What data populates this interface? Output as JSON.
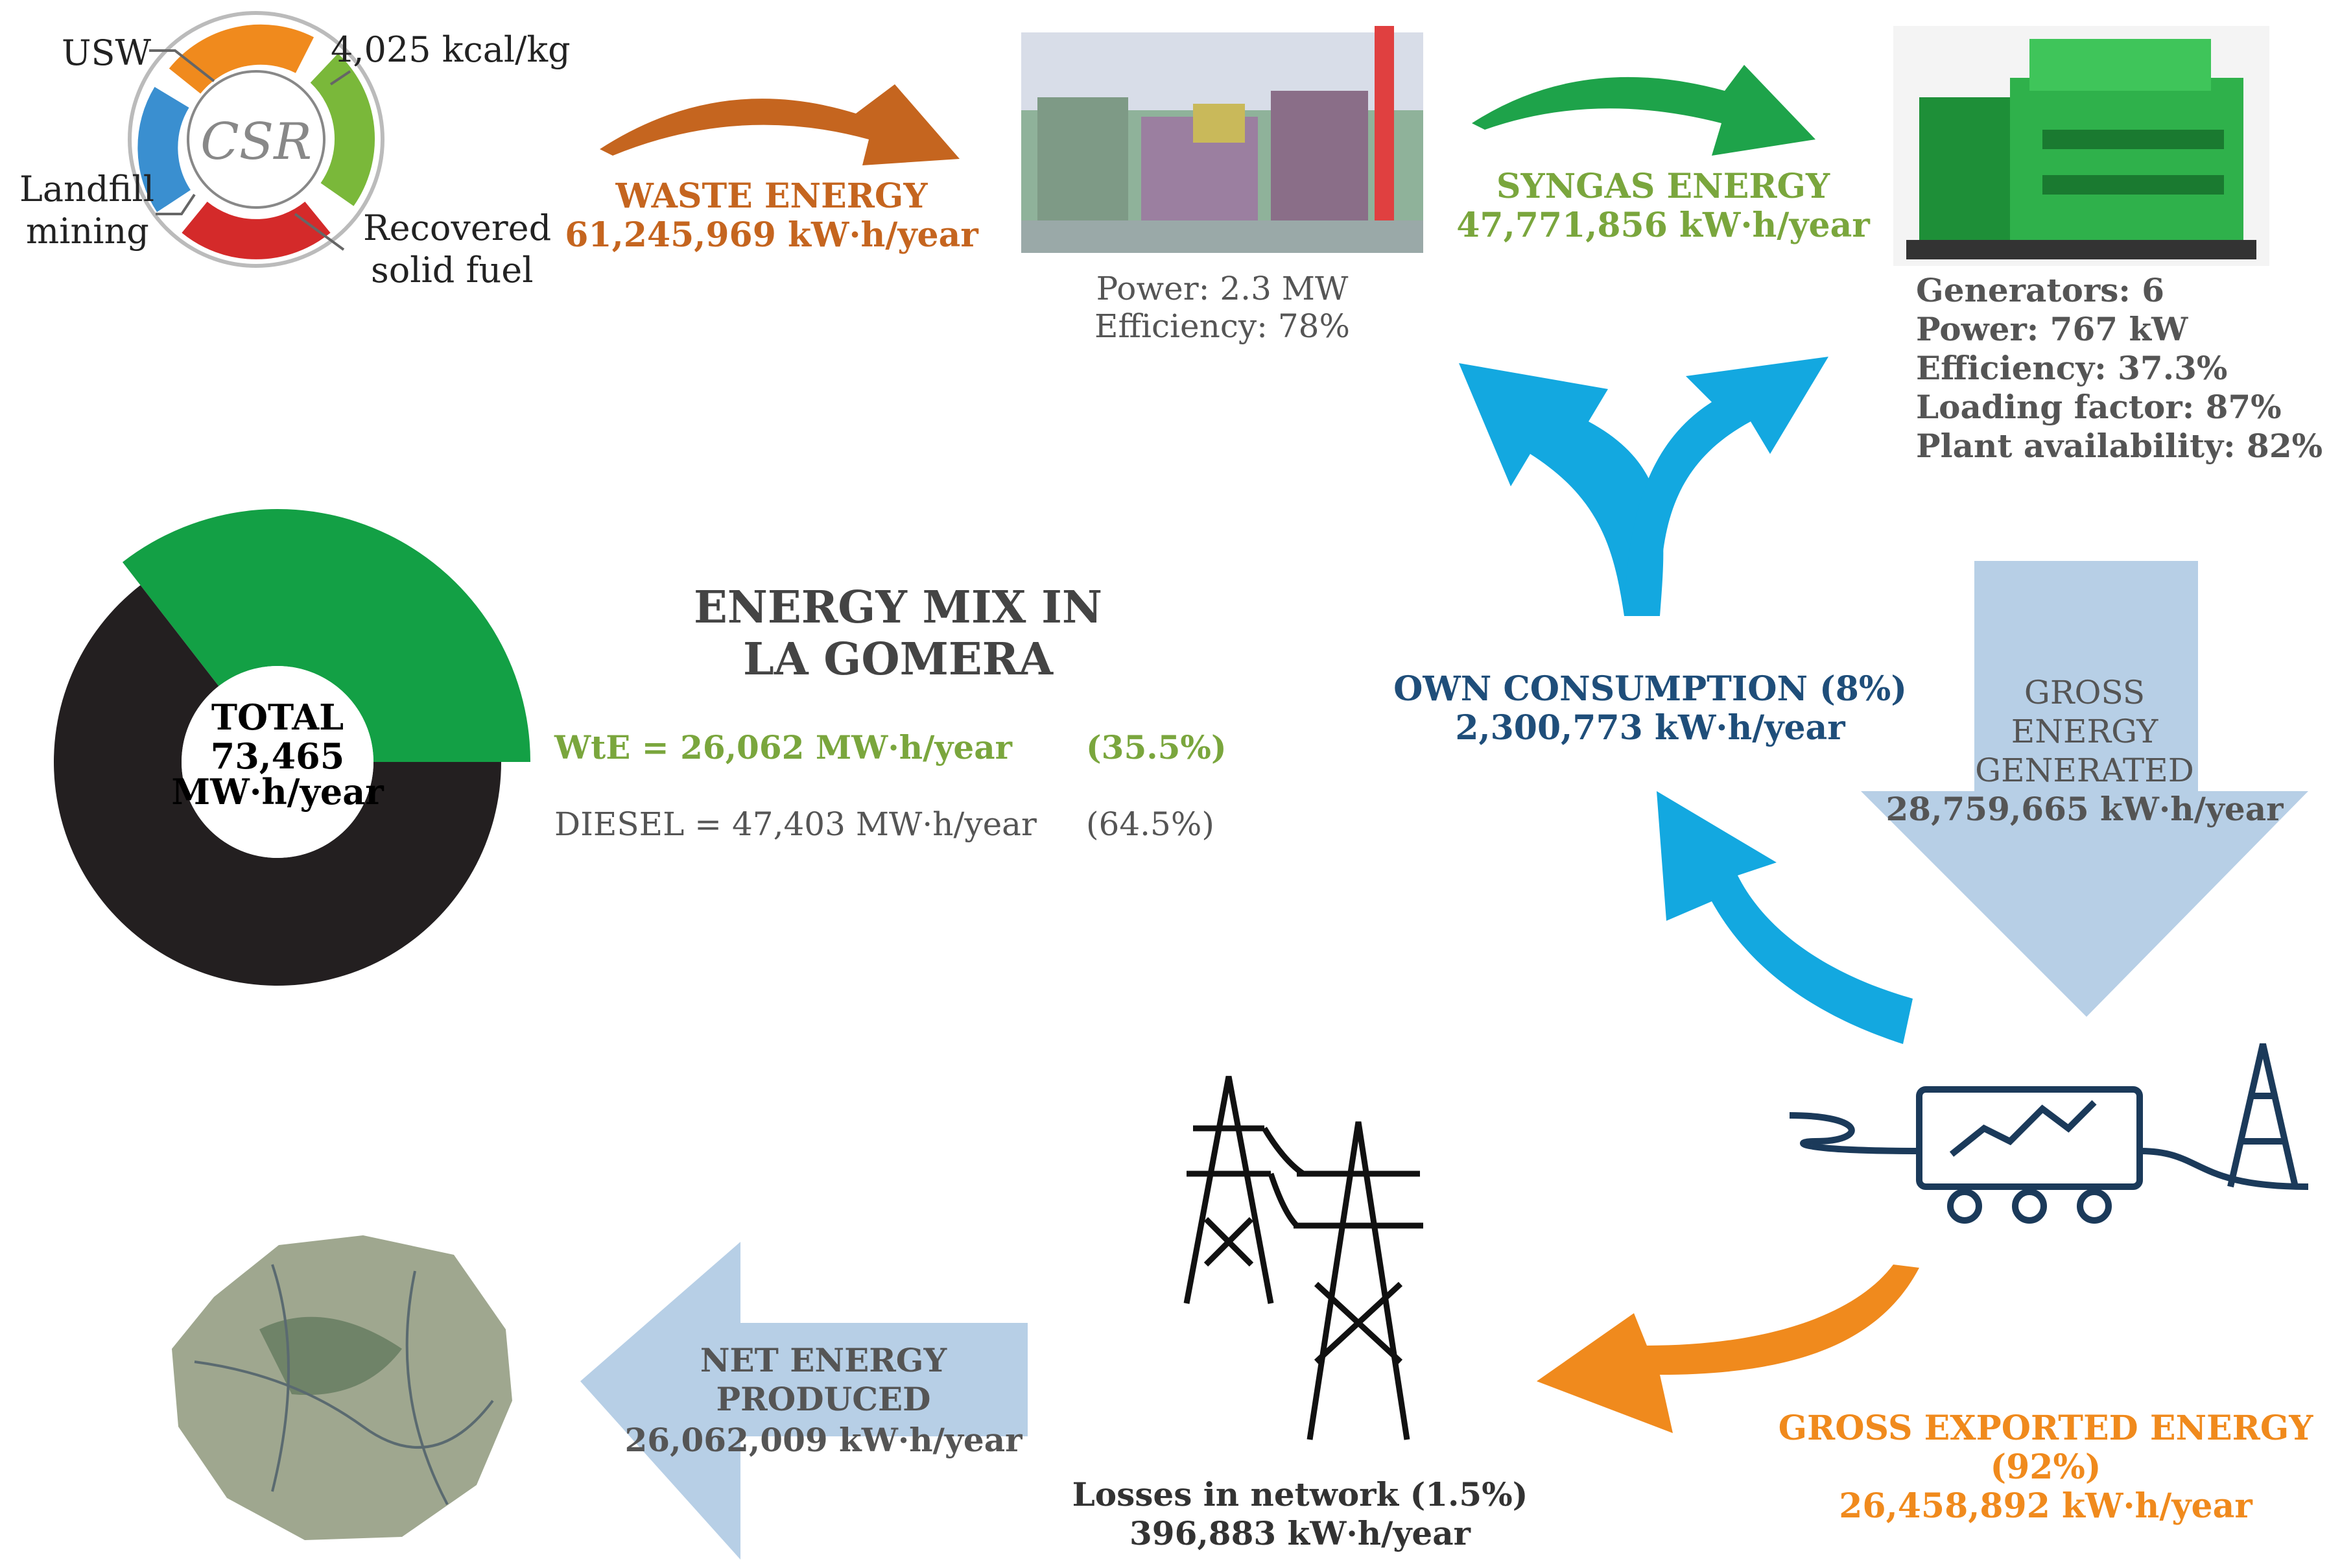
{
  "colors": {
    "waste": "#c5651f",
    "syngas": "#7aa63d",
    "own": "#1f4e7a",
    "exported": "#f08a1d",
    "gray": "#555555",
    "dark": "#222222",
    "blue_arrow": "#13a8e0",
    "light_blue": "#b7cfe6",
    "donut_green": "#13a045",
    "donut_black": "#231f20"
  },
  "csr": {
    "center": "CSR",
    "usw": "USW",
    "calorific": "4,025 kcal/kg",
    "landfill_1": "Landfill",
    "landfill_2": "mining",
    "recovered_1": "Recovered",
    "recovered_2": "solid fuel"
  },
  "waste_energy": {
    "title": "WASTE ENERGY",
    "value": "61,245,969 kW·h/year"
  },
  "plant": {
    "power": "Power: 2.3 MW",
    "efficiency": "Efficiency: 78%"
  },
  "syngas_energy": {
    "title": "SYNGAS ENERGY",
    "value": "47,771,856 kW·h/year"
  },
  "generators": {
    "count": "Generators: 6",
    "power": "Power: 767 kW",
    "efficiency": "Efficiency: 37.3%",
    "loading": "Loading factor: 87%",
    "availability": "Plant availability: 82%"
  },
  "mix": {
    "title_1": "ENERGY MIX IN",
    "title_2": "LA GOMERA",
    "wte_label": "WtE = 26,062 MW·h/year",
    "wte_pct": "(35.5%)",
    "diesel_label": "DIESEL = 47,403 MW·h/year",
    "diesel_pct": "(64.5%)",
    "total_1": "TOTAL",
    "total_2": "73,465",
    "total_3": "MW·h/year"
  },
  "chart_data": {
    "type": "pie",
    "categories": [
      "WtE",
      "DIESEL"
    ],
    "values": [
      35.5,
      64.5
    ],
    "center_text": "TOTAL 73,465 MW·h/year"
  },
  "own_consumption": {
    "title": "OWN CONSUMPTION (8%)",
    "value": "2,300,773 kW·h/year"
  },
  "gross_generated": {
    "line1": "GROSS",
    "line2": "ENERGY",
    "line3": "GENERATED",
    "value": "28,759,665 kW·h/year"
  },
  "exported": {
    "title": "GROSS  EXPORTED ENERGY",
    "pct": "(92%)",
    "value": "26,458,892 kW·h/year"
  },
  "losses": {
    "title": "Losses in network (1.5%)",
    "value": "396,883 kW·h/year"
  },
  "net": {
    "line1": "NET ENERGY",
    "line2": "PRODUCED",
    "value": "26,062,009 kW·h/year"
  }
}
